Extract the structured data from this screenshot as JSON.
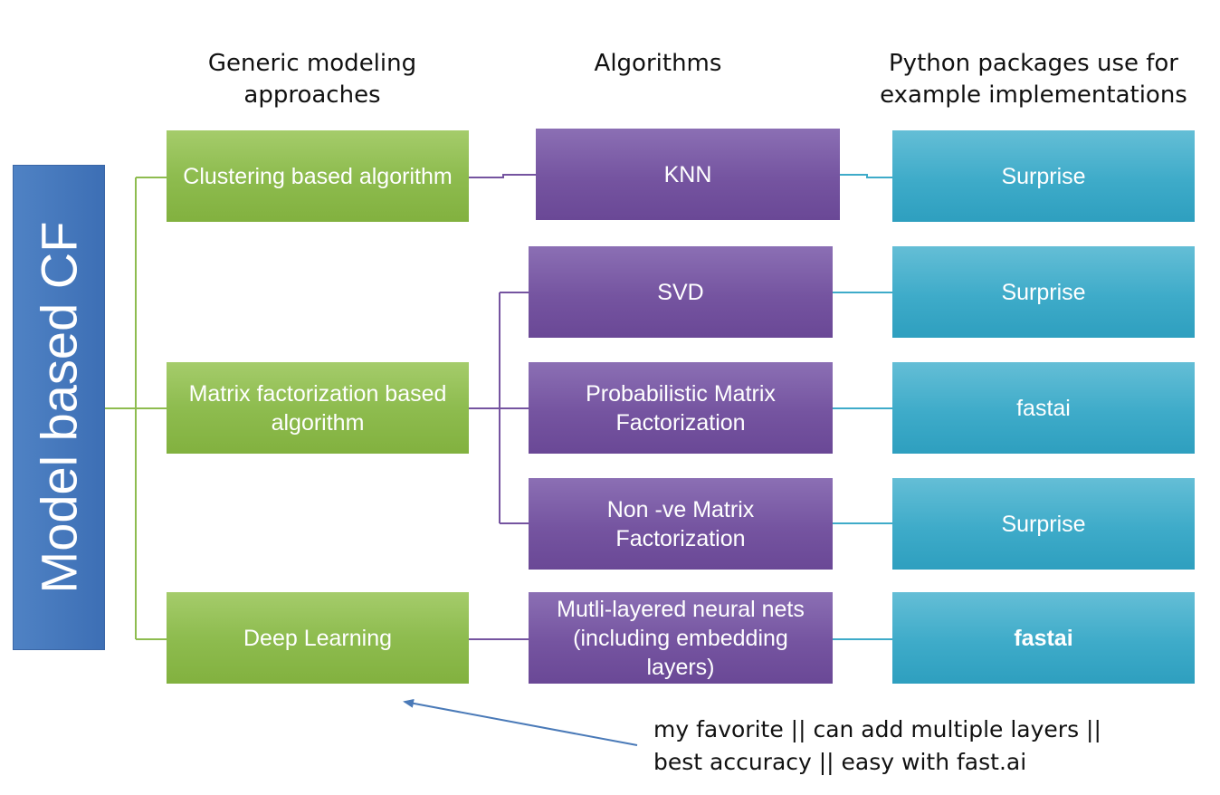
{
  "headers": {
    "approaches": [
      "Generic modeling",
      "approaches"
    ],
    "algorithms": [
      "Algorithms"
    ],
    "packages": [
      "Python packages use for",
      "example implementations"
    ]
  },
  "root": {
    "label": "Model based CF",
    "color": "#4472c4"
  },
  "approaches": [
    {
      "lines": [
        "Clustering based algorithm"
      ]
    },
    {
      "lines": [
        "Matrix factorization based",
        "algorithm"
      ]
    },
    {
      "lines": [
        "Deep Learning"
      ]
    }
  ],
  "algorithms": [
    {
      "lines": [
        "KNN"
      ]
    },
    {
      "lines": [
        "SVD"
      ]
    },
    {
      "lines": [
        "Probabilistic Matrix",
        "Factorization"
      ]
    },
    {
      "lines": [
        "Non -ve Matrix",
        "Factorization"
      ]
    },
    {
      "lines": [
        "Mutli-layered neural nets",
        "(including embedding",
        "layers)"
      ]
    }
  ],
  "packages": [
    {
      "label": "Surprise"
    },
    {
      "label": "Surprise"
    },
    {
      "label": "fastai"
    },
    {
      "label": "Surprise"
    },
    {
      "label": "fastai",
      "bold": true
    }
  ],
  "annotation": {
    "lines": [
      "my favorite || can add multiple layers ||",
      "best accuracy || easy with fast.ai"
    ],
    "points_to": "Deep Learning"
  },
  "colors": {
    "approach": "#8ebc4f",
    "algorithm": "#7554a0",
    "package": "#3eabc9",
    "arrow": "#4a7ab8"
  }
}
